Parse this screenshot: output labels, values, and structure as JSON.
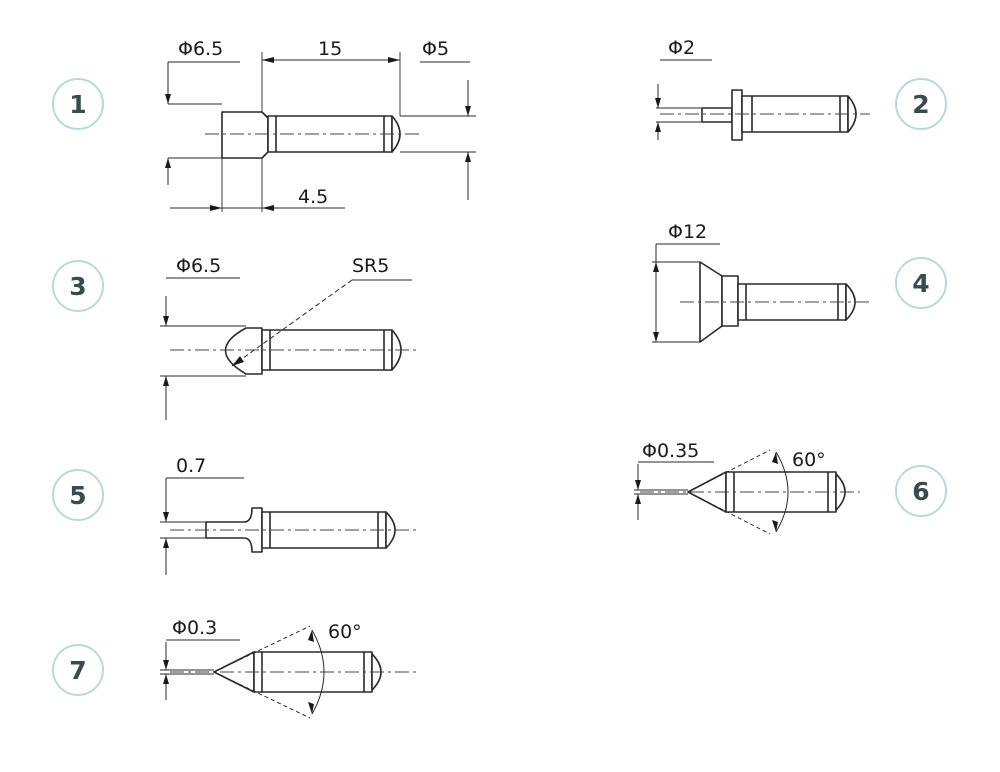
{
  "figure": {
    "items": [
      {
        "number": "1",
        "labels": [
          "Φ6.5",
          "15",
          "Φ5",
          "4.5"
        ]
      },
      {
        "number": "2",
        "labels": [
          "Φ2"
        ]
      },
      {
        "number": "3",
        "labels": [
          "Φ6.5",
          "SR5"
        ]
      },
      {
        "number": "4",
        "labels": [
          "Φ12"
        ]
      },
      {
        "number": "5",
        "labels": [
          "0.7"
        ]
      },
      {
        "number": "6",
        "labels": [
          "Φ0.35",
          "60°"
        ]
      },
      {
        "number": "7",
        "labels": [
          "Φ0.3",
          "60°"
        ]
      }
    ]
  }
}
